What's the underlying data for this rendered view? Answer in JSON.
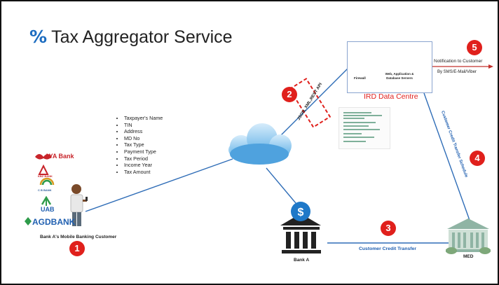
{
  "title": "Tax Aggregator Service",
  "title_icon": "percent-slash-icon",
  "steps": [
    "1",
    "2",
    "3",
    "4",
    "5"
  ],
  "fields": [
    "Taxpayer's Name",
    "TIN",
    "Address",
    "MD No",
    "Tax Type",
    "Payment Type",
    "Tax Period",
    "Income Year",
    "Tax Amount"
  ],
  "banks": [
    "AYA Bank",
    "KBZ BANK",
    "C B BANK",
    "UAB",
    "AGDBANK"
  ],
  "customer_label": "Bank A's Mobile Banking  Customer",
  "api_label": "JSON, XML,REST API",
  "ird_label": "IRD Data Centre",
  "firewall_label": "Firewall",
  "servers_label": "Web, Application & Database Servers",
  "notification_label": "Notification to Customer",
  "notification_sub": "By SMS/E-Mail/Viber",
  "bank_a_label": "Bank A",
  "credit_transfer_label": "Customer Credit Transfer",
  "schedule_label": "Customer Credit Transfer Schedule",
  "med_label": "MED",
  "colors": {
    "accent_red": "#e0201c",
    "line_blue": "#2f6db7",
    "text_blue": "#1f5fb0"
  }
}
